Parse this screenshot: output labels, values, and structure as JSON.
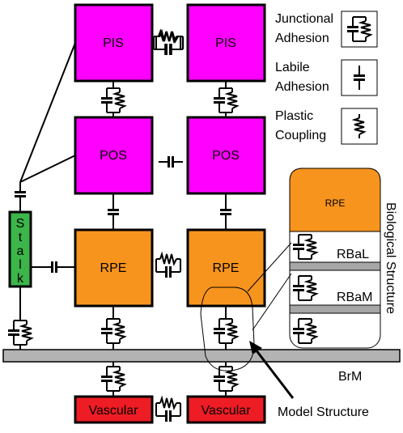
{
  "colors": {
    "pis": "#ff00ff",
    "pos": "#ff00ff",
    "rpe": "#f7941d",
    "stalk": "#3cb54a",
    "vascular": "#ee1c24",
    "membrane": "#b3b3b3",
    "rba": "#a6a6a6"
  },
  "boxes": {
    "pis_left": "PIS",
    "pis_right": "PIS",
    "pos_left": "POS",
    "pos_right": "POS",
    "rpe_left": "RPE",
    "rpe_right": "RPE",
    "vascular_left": "Vascular",
    "vascular_right": "Vascular",
    "stalk": "Stalk"
  },
  "legend": {
    "junctional": [
      "Junctional",
      "Adhesion"
    ],
    "labile": [
      "Labile",
      "Adhesion"
    ],
    "plastic": [
      "Plastic",
      "Coupling"
    ]
  },
  "biological": {
    "title": "Biological Structure",
    "rpe": "RPE",
    "rbal": "RBaL",
    "rbam": "RBaM"
  },
  "labels": {
    "brm": "BrM",
    "model_structure": "Model Structure"
  },
  "icons": {
    "spring": "spring-icon",
    "damper": "damper-icon",
    "junction": "junctional-adhesion-icon",
    "arrow": "arrow-icon"
  }
}
